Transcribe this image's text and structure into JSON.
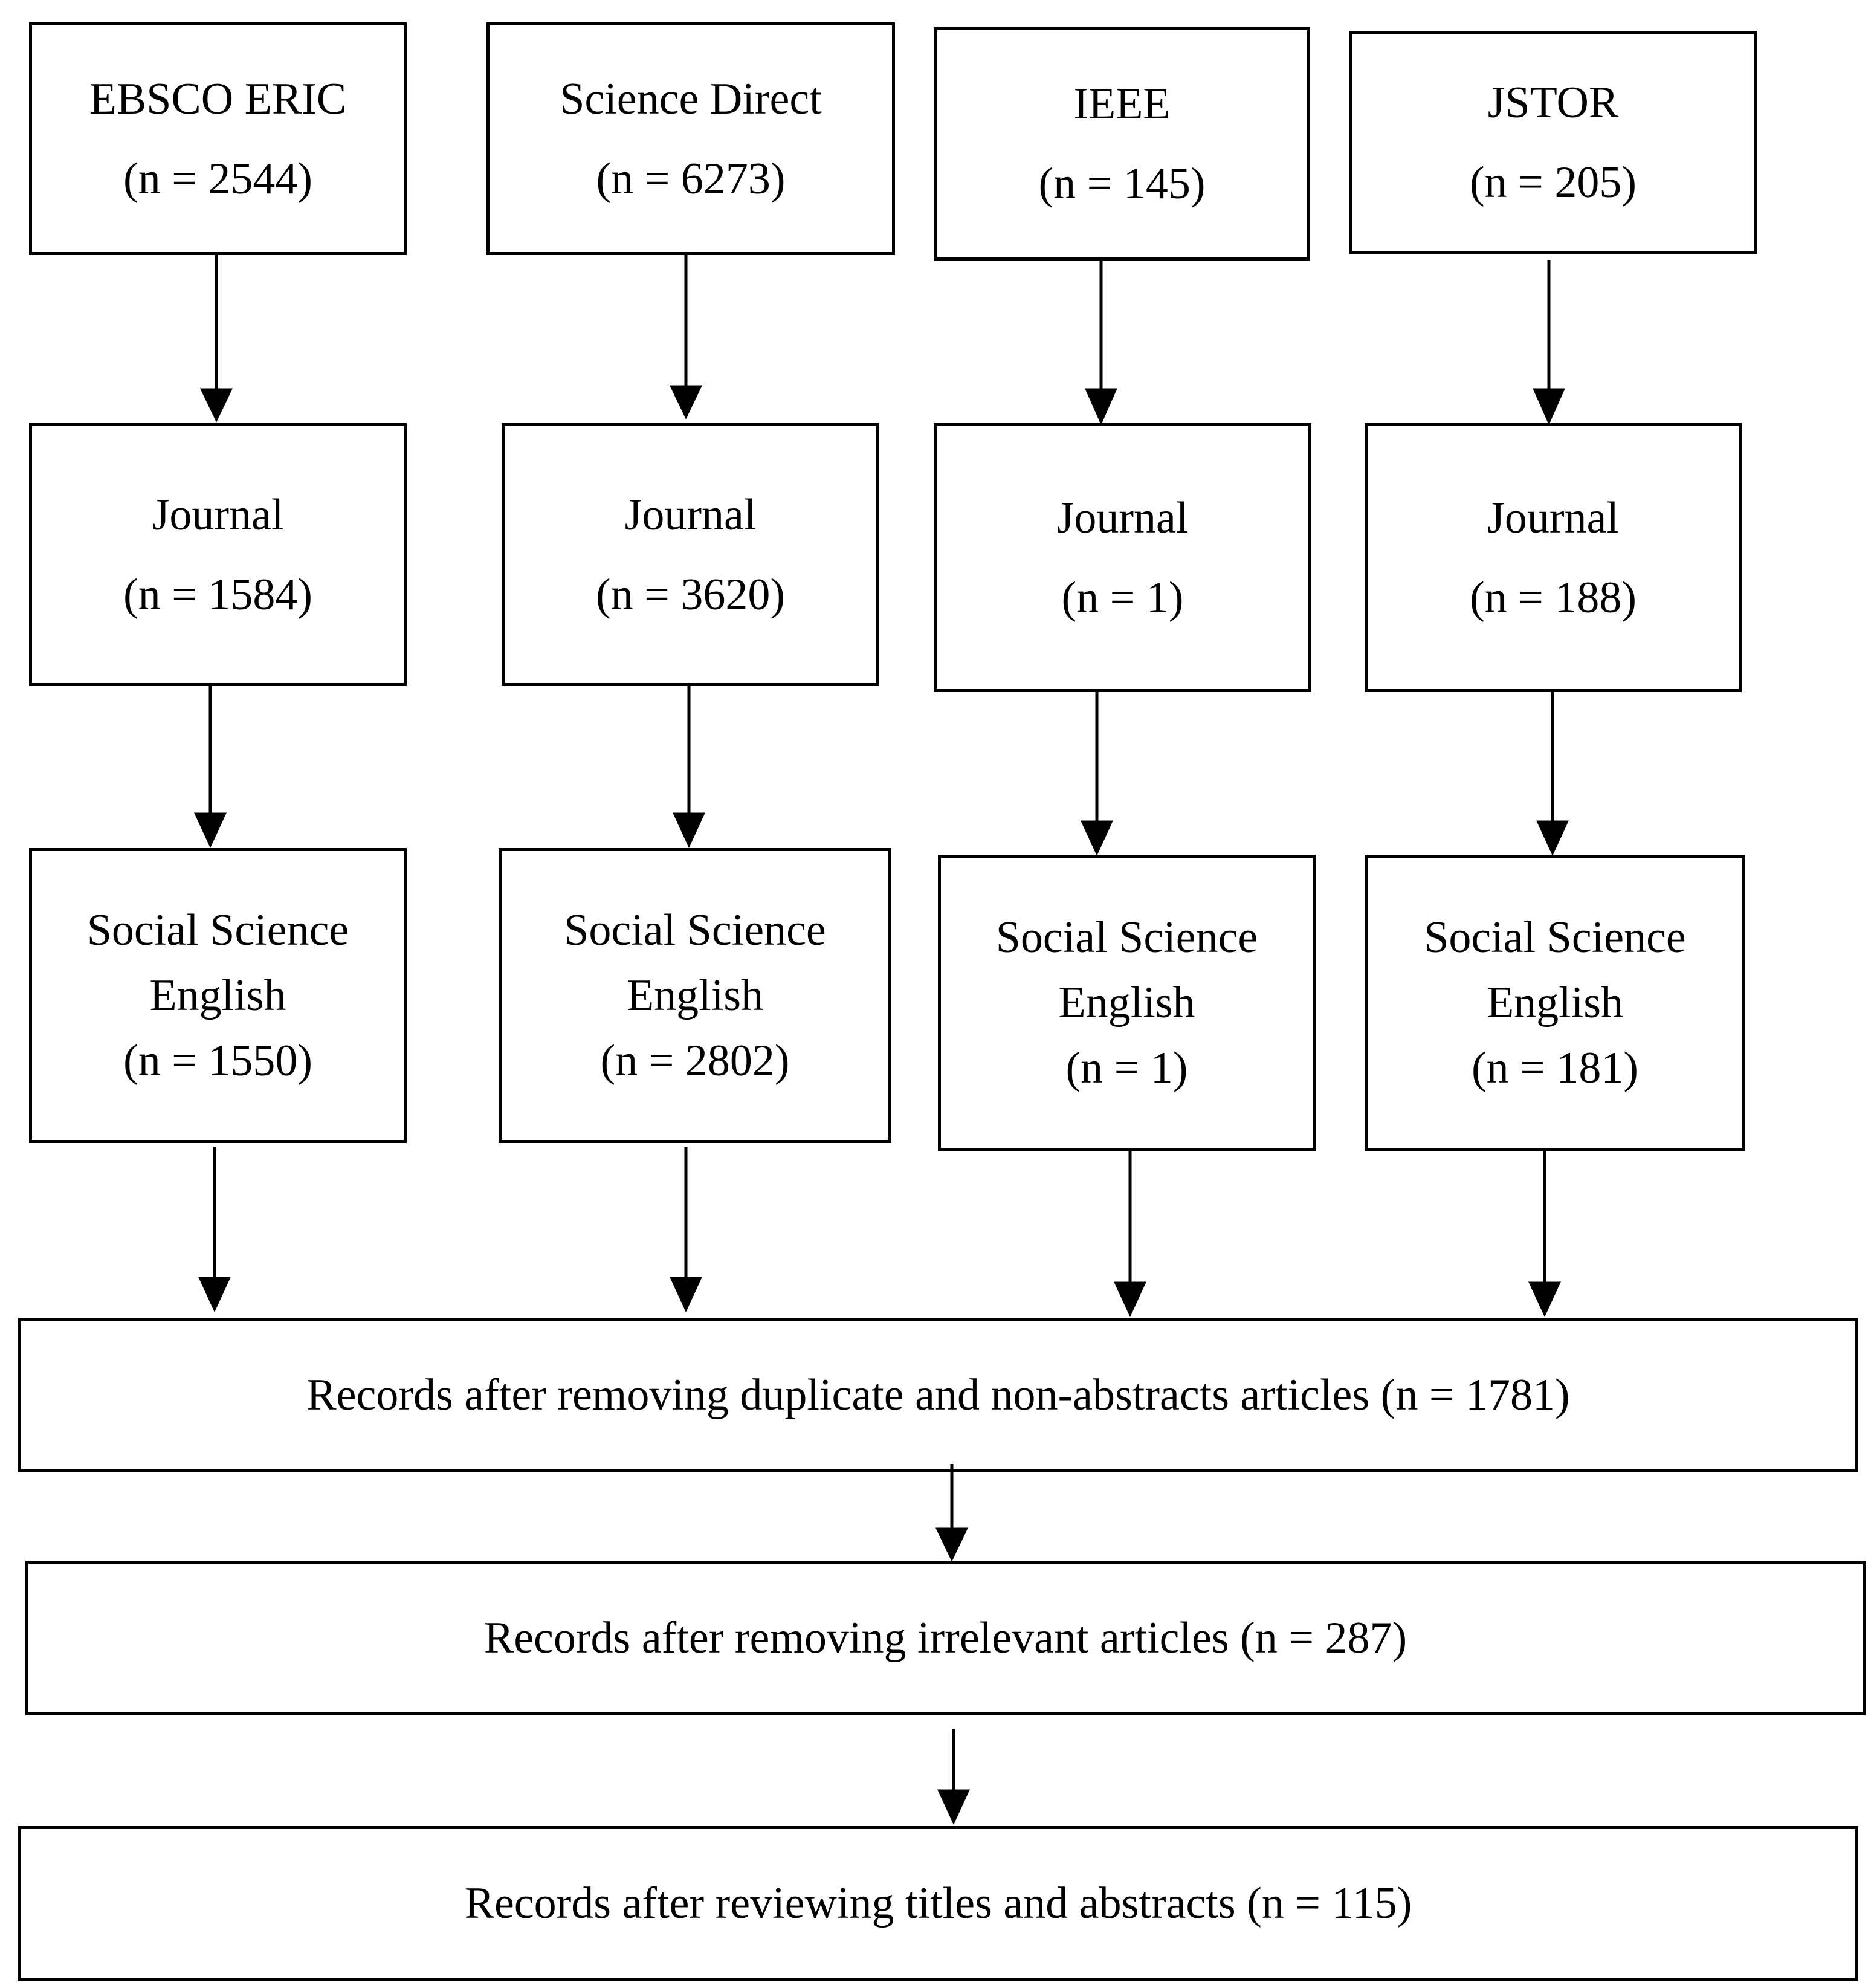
{
  "sources": [
    {
      "name": "EBSCO ERIC",
      "count": "(n = 2544)"
    },
    {
      "name": "Science Direct",
      "count": "(n = 6273)"
    },
    {
      "name": "IEEE",
      "count": "(n = 145)"
    },
    {
      "name": "JSTOR",
      "count": "(n = 205)"
    }
  ],
  "journal": [
    {
      "label": "Journal",
      "count": "(n = 1584)"
    },
    {
      "label": "Journal",
      "count": "(n = 3620)"
    },
    {
      "label": "Journal",
      "count": "(n = 1)"
    },
    {
      "label": "Journal",
      "count": "(n = 188)"
    }
  ],
  "social_english": [
    {
      "line1": "Social Science",
      "line2": "English",
      "count": "(n = 1550)"
    },
    {
      "line1": "Social Science",
      "line2": "English",
      "count": "(n = 2802)"
    },
    {
      "line1": "Social Science",
      "line2": "English",
      "count": "(n = 1)"
    },
    {
      "line1": "Social Science",
      "line2": "English",
      "count": "(n = 181)"
    }
  ],
  "steps": [
    {
      "text": "Records after removing duplicate and non-abstracts articles (n = 1781)"
    },
    {
      "text": "Records after removing irrelevant articles (n = 287)"
    },
    {
      "text": "Records after reviewing titles and abstracts (n = 115)"
    }
  ]
}
